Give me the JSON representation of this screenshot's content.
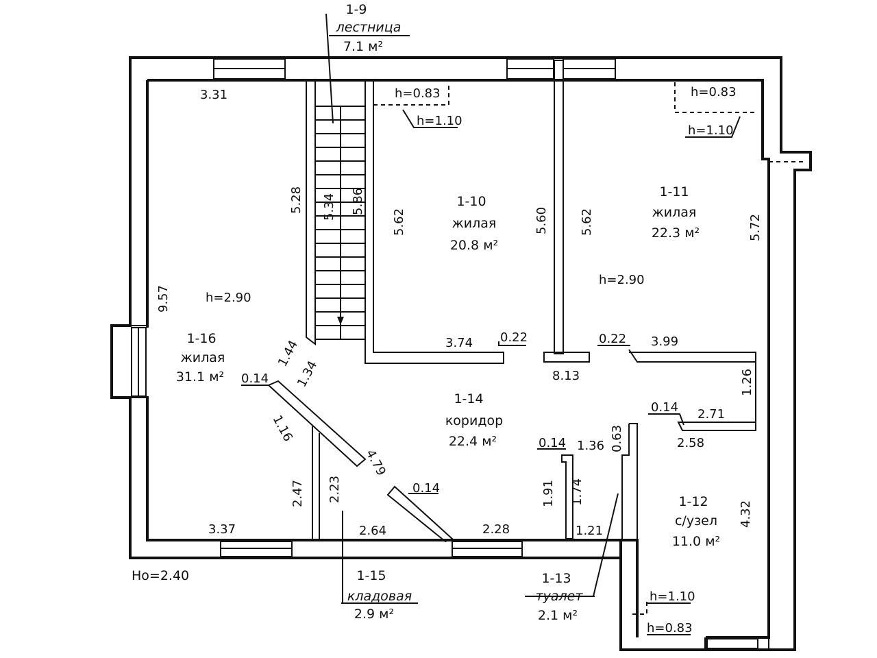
{
  "rooms": {
    "r1_9": {
      "num": "1-9",
      "name": "лестница",
      "area": "7.1 м²"
    },
    "r1_10": {
      "num": "1-10",
      "name": "жилая",
      "area": "20.8 м²"
    },
    "r1_11": {
      "num": "1-11",
      "name": "жилая",
      "area": "22.3 м²"
    },
    "r1_12": {
      "num": "1-12",
      "name": "с/узел",
      "area": "11.0 м²"
    },
    "r1_13": {
      "num": "1-13",
      "name": "туалет",
      "area": "2.1 м²"
    },
    "r1_14": {
      "num": "1-14",
      "name": "коридор",
      "area": "22.4 м²"
    },
    "r1_15": {
      "num": "1-15",
      "name": "кладовая",
      "area": "2.9 м²"
    },
    "r1_16": {
      "num": "1-16",
      "name": "жилая",
      "area": "31.1 м²"
    }
  },
  "heights": {
    "h083_a": "h=0.83",
    "h110_a": "h=1.10",
    "h083_b": "h=0.83",
    "h110_b": "h=1.10",
    "h290_a": "h=2.90",
    "h290_b": "h=2.90",
    "h110_c": "h=1.10",
    "h083_c": "h=0.83",
    "h0": "Hо=2.40"
  },
  "dims": {
    "d331": "3.31",
    "d957": "9.57",
    "d528": "5.28",
    "d534": "5.34",
    "d586": "5.86",
    "d562a": "5.62",
    "d560": "5.60",
    "d562b": "5.62",
    "d572": "5.72",
    "d374": "3.74",
    "d022a": "0.22",
    "d813": "8.13",
    "d022b": "0.22",
    "d399": "3.99",
    "d126": "1.26",
    "d144": "1.44",
    "d134": "1.34",
    "d014a": "0.14",
    "d116": "1.16",
    "d479": "4.79",
    "d014b": "0.14",
    "d271": "2.71",
    "d258": "2.58",
    "d063": "0.63",
    "d014c": "0.14",
    "d136": "1.36",
    "d191": "1.91",
    "d174": "1.74",
    "d247": "2.47",
    "d223": "2.23",
    "d014d": "0.14",
    "d432": "4.32",
    "d337": "3.37",
    "d264": "2.64",
    "d228": "2.28",
    "d121": "1.21"
  }
}
